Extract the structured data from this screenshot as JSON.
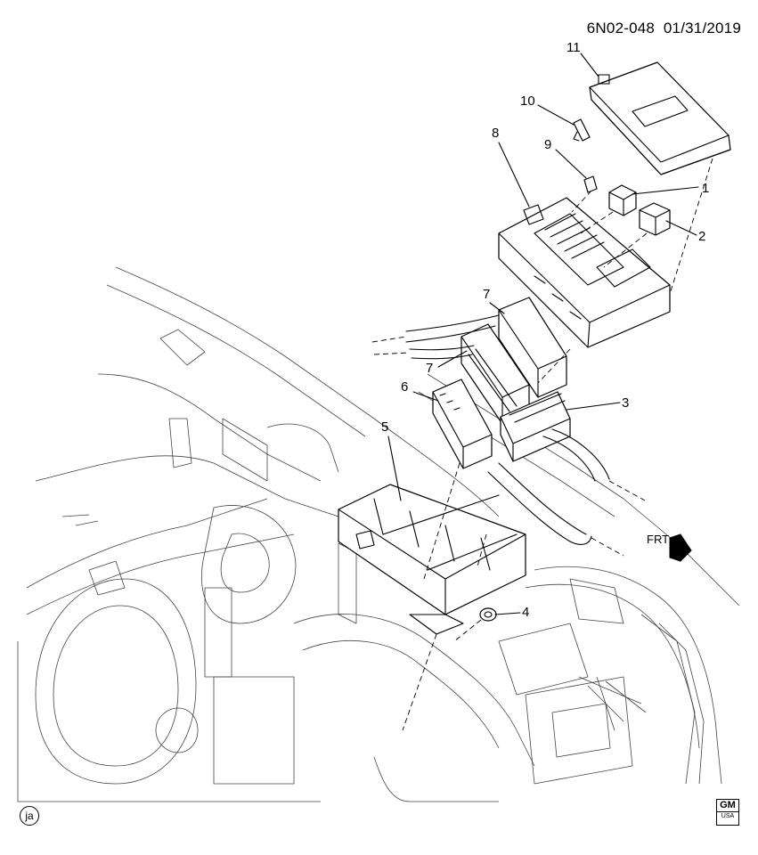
{
  "header": {
    "code": "6N02-048",
    "date": "01/31/2019"
  },
  "callouts": [
    "11",
    "10",
    "9",
    "8",
    "1",
    "2",
    "7",
    "7",
    "6",
    "3",
    "5",
    "4"
  ],
  "labels": {
    "front": "FRT",
    "corner_badge": "ja"
  },
  "logo": {
    "main": "GM",
    "sub": "USA"
  },
  "icons": [
    "front-direction-arrow-icon",
    "gm-logo-icon",
    "circle-badge-icon"
  ]
}
